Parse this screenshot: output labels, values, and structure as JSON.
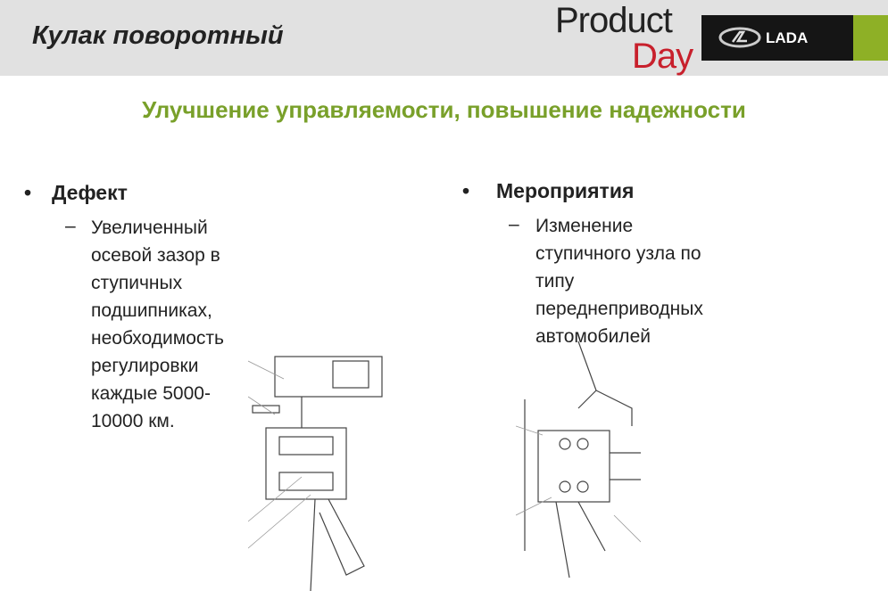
{
  "header": {
    "title": "Кулак поворотный",
    "logo_product": "Product",
    "logo_day": "Day",
    "brand": "LADA"
  },
  "subtitle": "Улучшение управляемости, повышение надежности",
  "left": {
    "bullet": "•",
    "heading": "Дефект",
    "dash": "–",
    "lines": [
      "Увеличенный осевой зазор в",
      "ступичных подшипниках,",
      "необходимость регулировки",
      "каждые 5000-10000 км."
    ]
  },
  "right": {
    "bullet": "•",
    "heading": "Мероприятия",
    "dash": "–",
    "lines": [
      "Изменение ступичного узла по",
      "типу переднеприводных",
      "автомобилей"
    ]
  },
  "colors": {
    "accent": "#79a02a",
    "brand_green": "#8eb026",
    "red": "#c8202c"
  }
}
